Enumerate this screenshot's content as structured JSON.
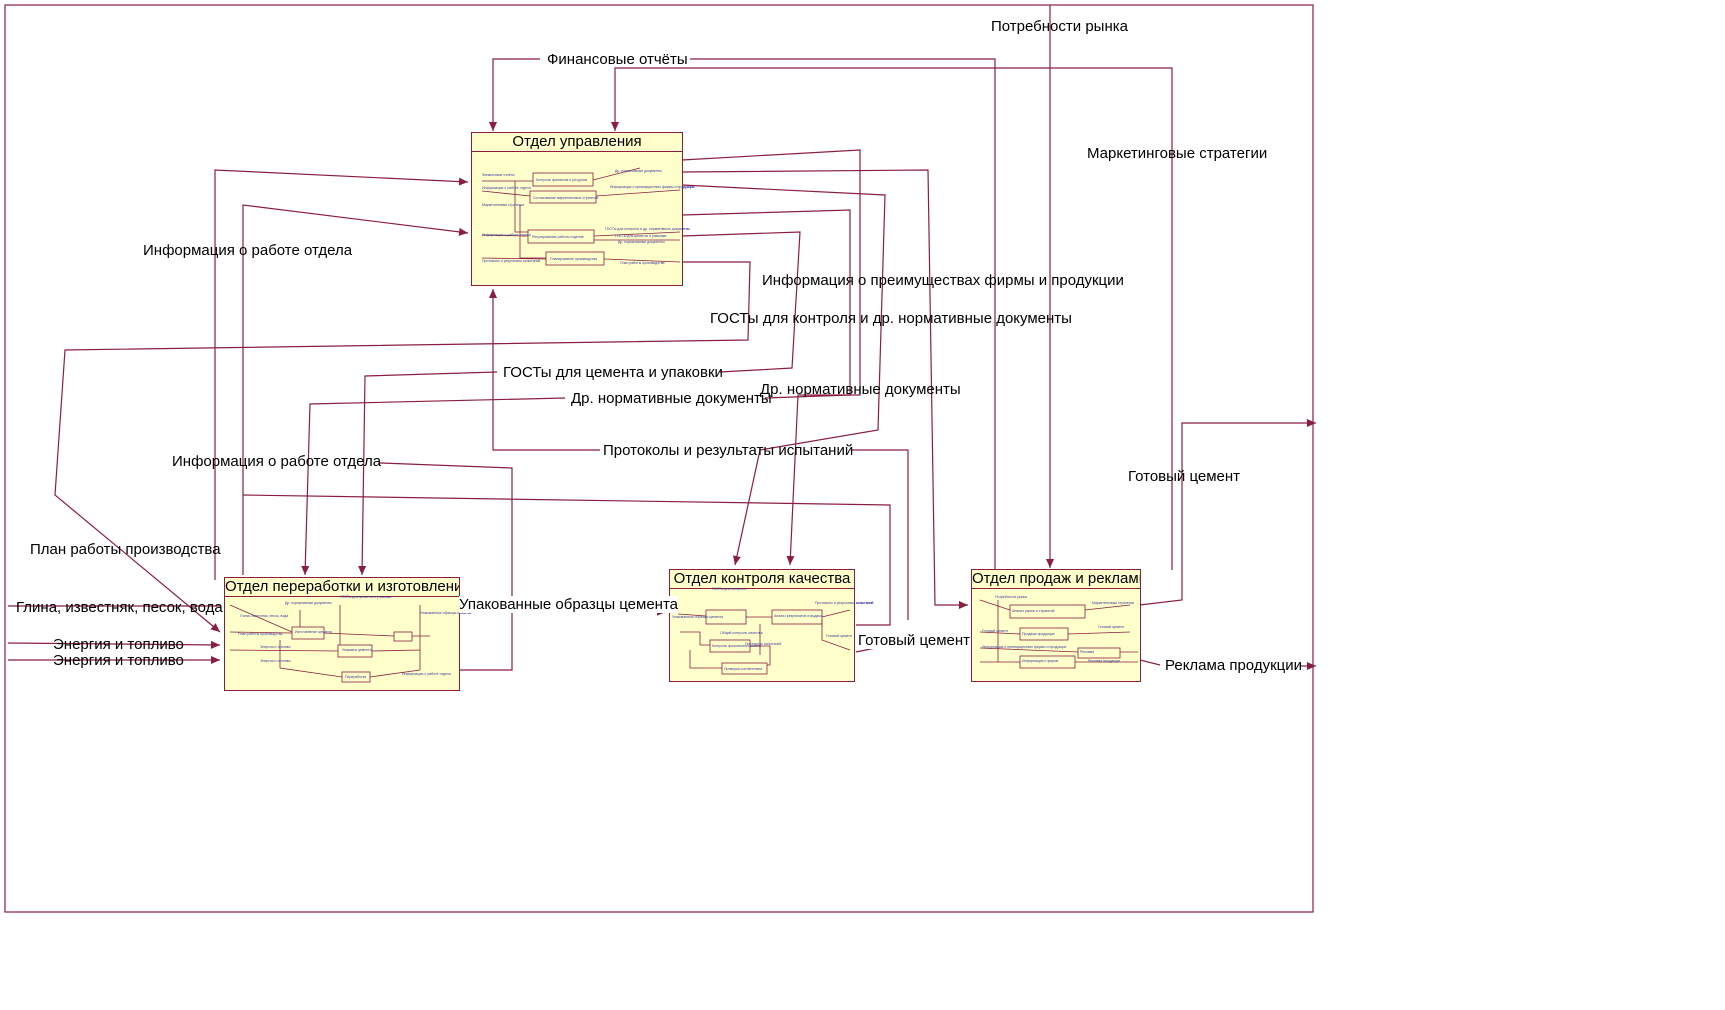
{
  "colors": {
    "line": "#8b1e3f",
    "box_fill": "#ffffcc",
    "text": "#000000"
  },
  "boxes": {
    "management": "Отдел управления",
    "processing": "Отдел переработки и изготовления",
    "quality": "Отдел контроля качества",
    "sales": "Отдел продаж и рекламы"
  },
  "labels": {
    "market_needs": "Потребности рынка",
    "financial_reports": "Финансовые отчёты",
    "marketing_strategies": "Маркетинговые стратегии",
    "dept_work_info_1": "Информация о работе отдела",
    "advantages_info": "Информация о преимуществах фирмы и продукции",
    "gost_control": "ГОСТы для контроля и др. нормативные документы",
    "gost_cement": "ГОСТы для цемента и упаковки",
    "other_docs_right": "Др. нормативные документы",
    "other_docs_left": "Др. нормативные документы",
    "test_protocols": "Протоколы и результаты испытаний",
    "dept_work_info_2": "Информация о работе отдела",
    "finished_cement_top": "Готовый цемент",
    "production_plan": "План работы производства",
    "raw_materials": "Глина, известняк, песок, вода",
    "packed_samples": "Упакованные образцы цемента",
    "energy_1": "Энергия и топливо",
    "energy_2": "Энергия и топливо",
    "finished_cement_mid": "Готовый цемент",
    "product_ads": "Реклама продукции"
  }
}
